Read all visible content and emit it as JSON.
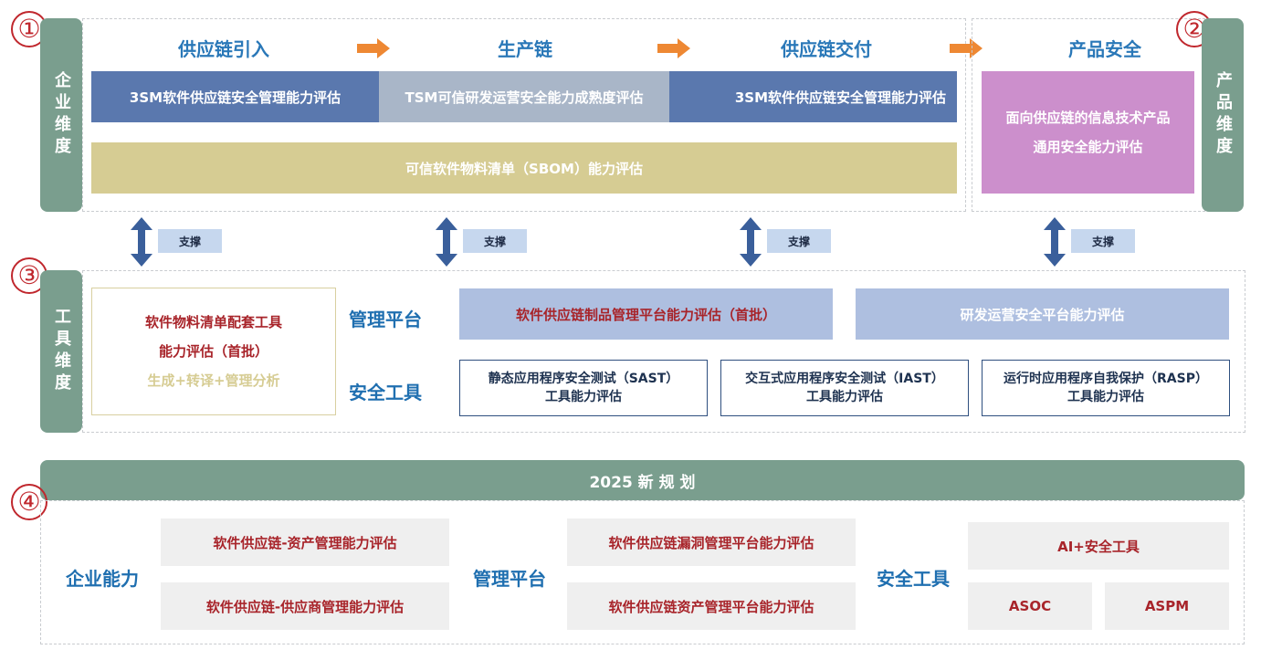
{
  "markers": [
    "①",
    "②",
    "③",
    "④"
  ],
  "enterprise": {
    "sidebar_label": "企业维度",
    "stages": [
      "供应链引入",
      "生产链",
      "供应链交付"
    ],
    "bands": [
      "3SM软件供应链安全管理能力评估",
      "TSM可信研发运营安全能力成熟度评估",
      "3SM软件供应链安全管理能力评估"
    ],
    "sbom": "可信软件物料清单（SBOM）能力评估"
  },
  "product": {
    "sidebar_label": "产品维度",
    "stage": "产品安全",
    "box_line1": "面向供应链的信息技术产品",
    "box_line2": "通用安全能力评估"
  },
  "support_label": "支撑",
  "tools": {
    "sidebar_label": "工具维度",
    "sbom_tool_line1": "软件物料清单配套工具",
    "sbom_tool_line2": "能力评估（首批）",
    "sbom_tool_line3": "生成+转译+管理分析",
    "platform_label": "管理平台",
    "platform_items": [
      "软件供应链制品管理平台能力评估（首批）",
      "研发运营安全平台能力评估"
    ],
    "security_label": "安全工具",
    "security_items": [
      {
        "line1": "静态应用程序安全测试（SAST）",
        "line2": "工具能力评估"
      },
      {
        "line1": "交互式应用程序安全测试（IAST）",
        "line2": "工具能力评估"
      },
      {
        "line1": "运行时应用程序自我保护（RASP）",
        "line2": "工具能力评估"
      }
    ]
  },
  "plan": {
    "header": "2025 新 规 划",
    "enterprise_label": "企业能力",
    "enterprise_items": [
      "软件供应链-资产管理能力评估",
      "软件供应链-供应商管理能力评估"
    ],
    "platform_label": "管理平台",
    "platform_items": [
      "软件供应链漏洞管理平台能力评估",
      "软件供应链资产管理平台能力评估"
    ],
    "tools_label": "安全工具",
    "tools_items": [
      "AI+安全工具",
      "ASOC",
      "ASPM"
    ]
  },
  "colors": {
    "sidebar": "#7a9e8e",
    "band_blue": "#5a78ae",
    "band_grey": "#a9b6c8",
    "sbom_band": "#d6cc93",
    "product_box": "#cc8fcc",
    "arrow_orange": "#ee8833",
    "double_arrow": "#3a5f9b",
    "platform_box": "#aebfe0",
    "stage_text": "#2a78b8",
    "red_text": "#a8242a"
  }
}
